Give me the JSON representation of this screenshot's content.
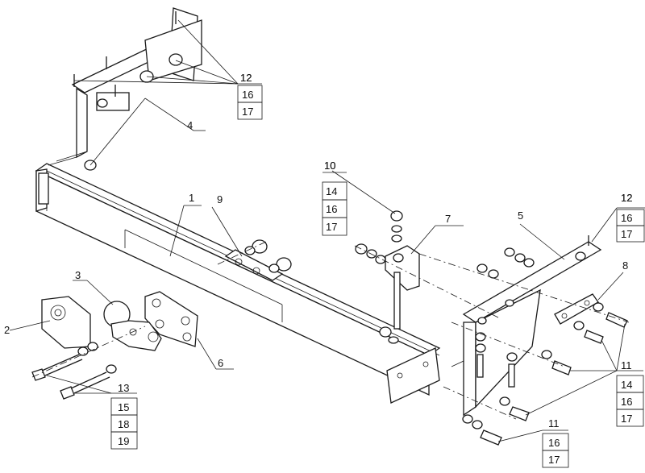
{
  "callouts": {
    "c1": "1",
    "c2": "2",
    "c3": "3",
    "c4": "4",
    "c5": "5",
    "c6": "6",
    "c7": "7",
    "c8": "8",
    "c9": "9",
    "c10": "10",
    "c12a": "12",
    "c12b": "12"
  },
  "tables": {
    "top": [
      "12",
      "16",
      "17"
    ],
    "right": [
      "12",
      "16",
      "17"
    ],
    "mid": [
      "10",
      "14",
      "16",
      "17"
    ],
    "side": [
      "11",
      "14",
      "16",
      "17"
    ],
    "bottom": [
      "11",
      "16",
      "17"
    ],
    "left": [
      "13",
      "15",
      "18",
      "19"
    ]
  }
}
